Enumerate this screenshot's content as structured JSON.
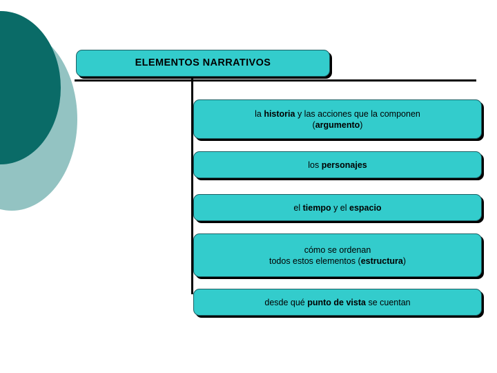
{
  "slide": {
    "title_box": {
      "label": "ELEMENTOS NARRATIVOS"
    },
    "nodes": [
      {
        "id": "node-historia",
        "line1_pre": "la ",
        "line1_bold": "historia",
        "line1_post": " y las acciones que la componen",
        "line2_pre": "(",
        "line2_bold": "argumento",
        "line2_post": ")",
        "plain_text": "la historia y las acciones que la componen (argumento)"
      },
      {
        "id": "node-personajes",
        "line1_pre": "los ",
        "line1_bold": "personajes",
        "line1_post": "",
        "plain_text": "los personajes"
      },
      {
        "id": "node-tiempo-espacio",
        "line1_pre": "el ",
        "line1_bold": "tiempo",
        "line1_mid": " y el ",
        "line1_bold2": "espacio",
        "line1_post": "",
        "plain_text": "el tiempo y el espacio"
      },
      {
        "id": "node-estructura",
        "line1_pre": "cómo se ordenan",
        "line2_pre": "todos estos elementos (",
        "line2_bold": "estructura",
        "line2_post": ")",
        "plain_text": "cómo se ordenan todos estos elementos (estructura)"
      },
      {
        "id": "node-punto-de-vista",
        "line1_pre": "desde qué ",
        "line1_bold": "punto de vista",
        "line1_post": " se cuentan",
        "plain_text": "desde qué punto de vista se cuentan"
      }
    ],
    "colors": {
      "box_fill": "#33cccc",
      "box_border": "#1c5f63",
      "deco_dark": "#0a6b67",
      "deco_light": "#93c3c2",
      "connector": "#000000",
      "background": "#ffffff",
      "text": "#000000"
    }
  }
}
